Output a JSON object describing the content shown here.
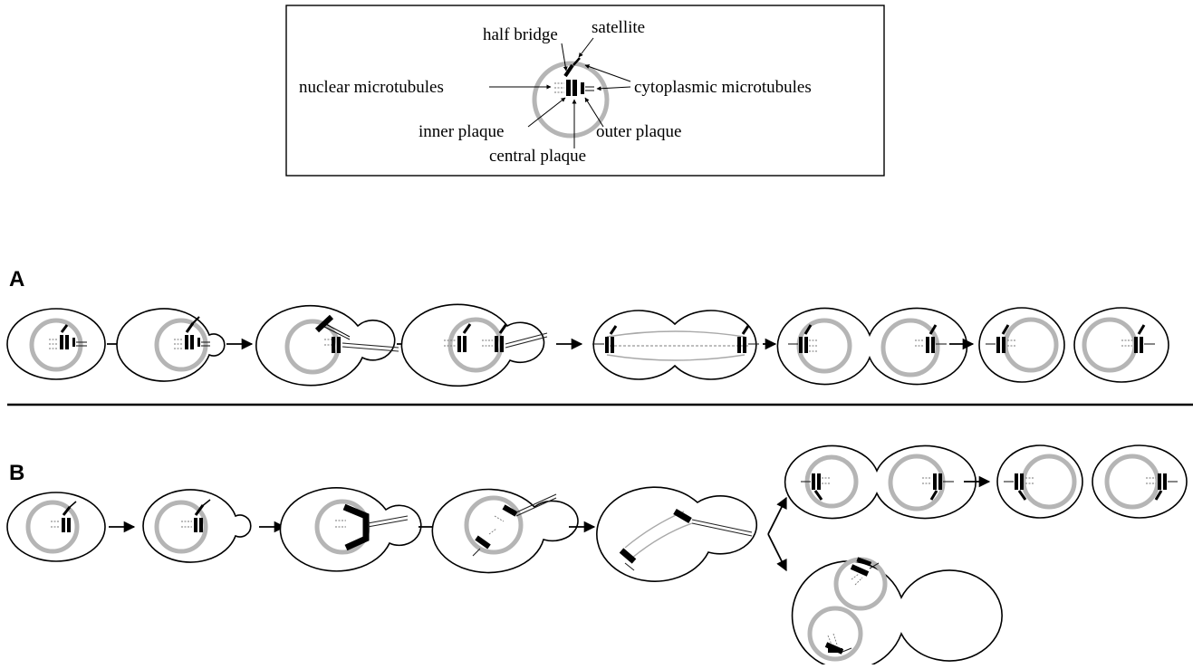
{
  "legend": {
    "labels": {
      "half_bridge": "half bridge",
      "satellite": "satellite",
      "nuclear_microtubules": "nuclear microtubules",
      "cytoplasmic_microtubules": "cytoplasmic microtubules",
      "inner_plaque": "inner plaque",
      "outer_plaque": "outer plaque",
      "central_plaque": "central plaque"
    }
  },
  "panels": {
    "a": "A",
    "b": "B"
  },
  "colors": {
    "ink": "#000000",
    "nuclear_envelope": "#b5b5b5",
    "background": "#ffffff"
  }
}
